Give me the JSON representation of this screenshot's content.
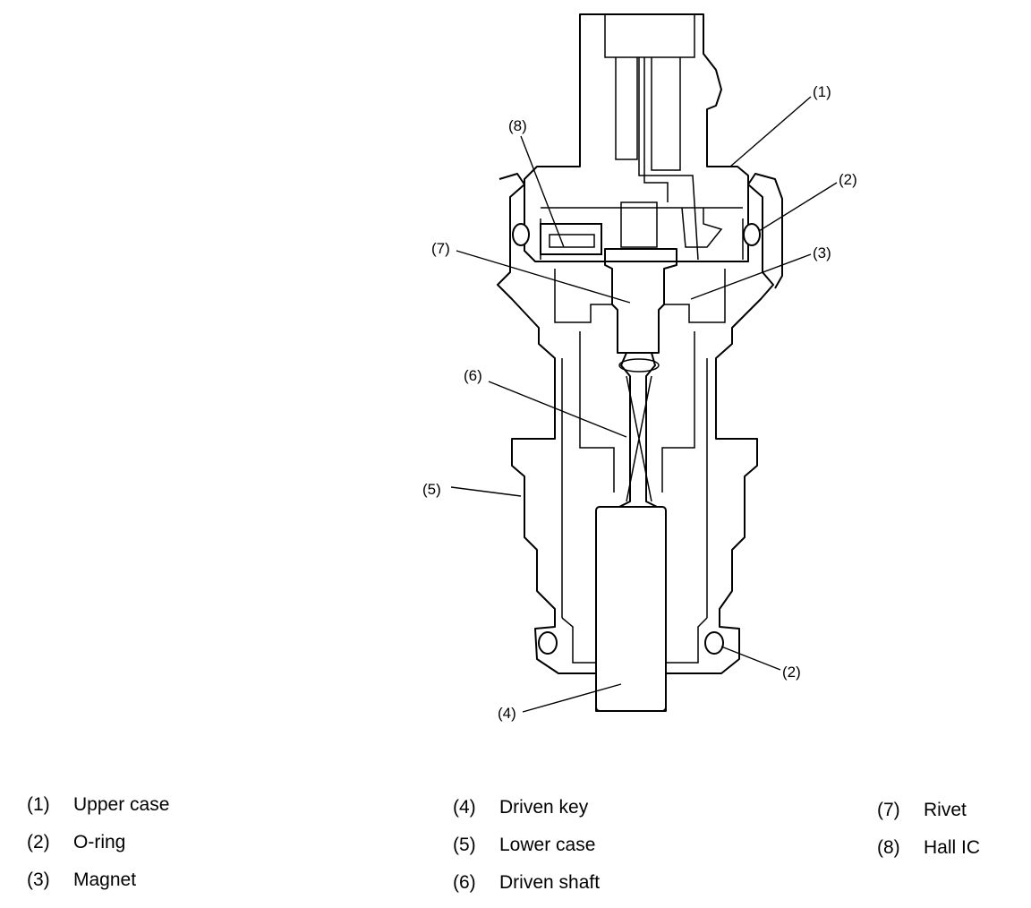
{
  "callouts": {
    "c1": "(1)",
    "c2a": "(2)",
    "c2b": "(2)",
    "c3": "(3)",
    "c4": "(4)",
    "c5": "(5)",
    "c6": "(6)",
    "c7": "(7)",
    "c8": "(8)"
  },
  "legend": [
    {
      "num": "(1)",
      "label": "Upper case"
    },
    {
      "num": "(2)",
      "label": "O-ring"
    },
    {
      "num": "(3)",
      "label": "Magnet"
    },
    {
      "num": "(4)",
      "label": "Driven key"
    },
    {
      "num": "(5)",
      "label": "Lower case"
    },
    {
      "num": "(6)",
      "label": "Driven shaft"
    },
    {
      "num": "(7)",
      "label": "Rivet"
    },
    {
      "num": "(8)",
      "label": "Hall IC"
    }
  ]
}
